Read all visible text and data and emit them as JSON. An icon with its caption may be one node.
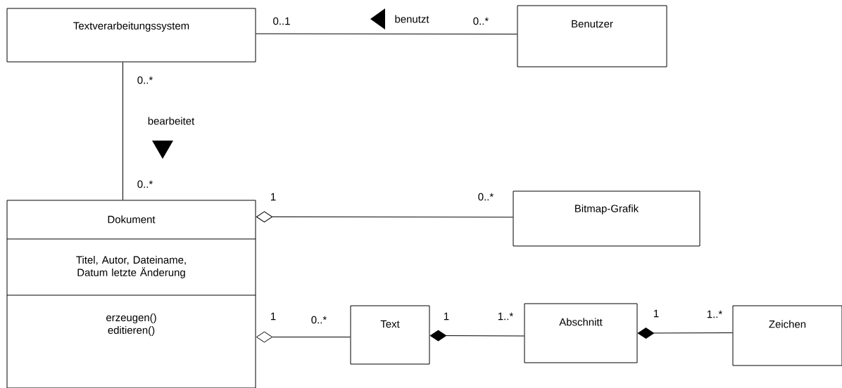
{
  "diagram": {
    "nodes": [
      {
        "text": [
          "Textverarbeitungssystem"
        ]
      },
      {
        "text": [
          "Benutzer"
        ]
      },
      {
        "text": [
          "Dokument",
          "Titel, Autor, Dateiname, Datum letzte Änderung",
          "erzeugen() editieren()"
        ]
      },
      {
        "text": [
          "Bitmap-Grafik"
        ]
      },
      {
        "text": [
          "Text"
        ]
      },
      {
        "text": [
          "Abschnitt"
        ]
      },
      {
        "text": [
          "Zeichen"
        ]
      }
    ],
    "edges": [
      {
        "from": 0,
        "to": 1,
        "arrow": "none",
        "label": "benutzt"
      },
      {
        "from": 0,
        "to": 2,
        "arrow": "none",
        "label": "bearbeitet"
      },
      {
        "from": 2,
        "to": 3,
        "arrow": "other"
      },
      {
        "from": 2,
        "to": 4,
        "arrow": "other"
      },
      {
        "from": 4,
        "to": 5,
        "arrow": "other"
      },
      {
        "from": 5,
        "to": 6,
        "arrow": "other"
      }
    ],
    "labels": [
      "0..1",
      "0..*",
      "0..*",
      "0..*",
      "1",
      "0..*",
      "1",
      "0..*",
      "1",
      "1..*",
      "1",
      "1..*"
    ]
  }
}
